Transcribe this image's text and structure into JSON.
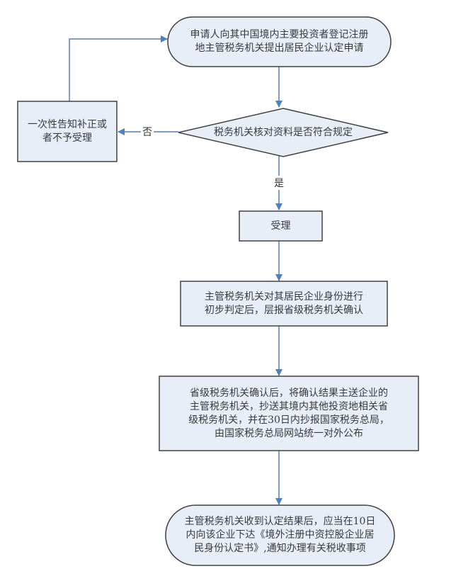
{
  "colors": {
    "node_fill": "#E8EEF8",
    "node_stroke": "#404040",
    "connector": "#4F81BD"
  },
  "nodes": {
    "start": {
      "shape": "terminator",
      "lines": [
        "申请人向其中国境内主要投资者登记注册",
        "地主管税务机关提出居民企业认定申请"
      ]
    },
    "decision": {
      "shape": "diamond",
      "text": "税务机关核对资料是否符合规定"
    },
    "reject": {
      "shape": "process",
      "lines": [
        "一次性告知补正或",
        "者不予受理"
      ]
    },
    "accept": {
      "shape": "process",
      "text": "受理"
    },
    "preliminary": {
      "shape": "process",
      "lines": [
        "主管税务机关对其居民企业身份进行",
        "初步判定后，层报省级税务机关确认"
      ]
    },
    "provincial": {
      "shape": "process",
      "lines": [
        "省级税务机关确认后，将确认结果主送企业的",
        "主管税务机关，抄送其境内其他投资地相关省",
        "级税务机关，并在30日内抄报国家税务总局，",
        "由国家税务总局网站统一对外公布"
      ]
    },
    "end": {
      "shape": "terminator",
      "lines": [
        "主管税务机关收到认定结果后，应当在10日",
        "内向该企业下达《境外注册中资控股企业居",
        "民身份认定书》,通知办理有关税收事项"
      ]
    }
  },
  "edges": {
    "no_label": "否",
    "yes_label": "是"
  }
}
